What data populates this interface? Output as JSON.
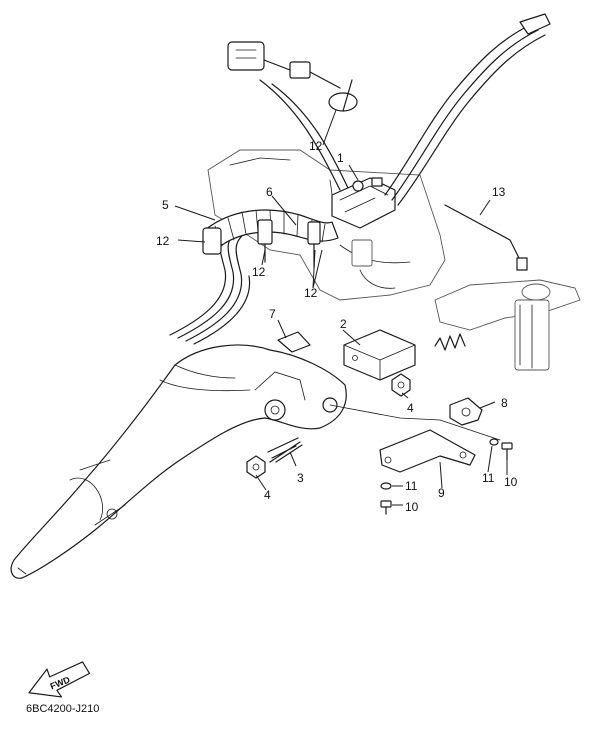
{
  "callouts": {
    "c1": "1",
    "c2": "2",
    "c3": "3",
    "c4a": "4",
    "c4b": "4",
    "c5": "5",
    "c6": "6",
    "c7": "7",
    "c8": "8",
    "c9": "9",
    "c10a": "10",
    "c10b": "10",
    "c11a": "11",
    "c11b": "11",
    "c12a": "12",
    "c12b": "12",
    "c12c": "12",
    "c12d": "12",
    "c13": "13"
  },
  "fwd_label": "FWD",
  "drawing_code": "6BC4200-J210"
}
